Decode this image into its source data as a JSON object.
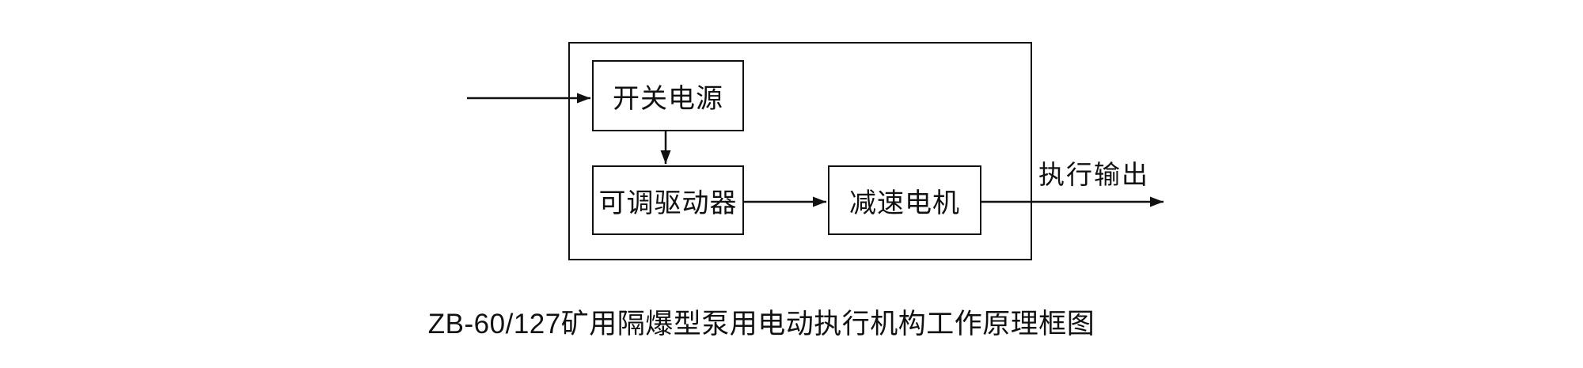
{
  "diagram": {
    "type": "block-diagram",
    "background_color": "#ffffff",
    "line_color": "#111111",
    "blocks": [
      {
        "id": "switching-power-supply",
        "label": "开关电源"
      },
      {
        "id": "adjustable-driver",
        "label": "可调驱动器"
      },
      {
        "id": "gear-motor",
        "label": "减速电机"
      }
    ],
    "connections": [
      {
        "from": "external-input",
        "to": "switching-power-supply",
        "label": ""
      },
      {
        "from": "switching-power-supply",
        "to": "adjustable-driver",
        "label": ""
      },
      {
        "from": "adjustable-driver",
        "to": "gear-motor",
        "label": ""
      },
      {
        "from": "gear-motor",
        "to": "external-output",
        "label": "执行输出"
      }
    ],
    "output_arrow_label": "执行输出",
    "caption": "ZB-60/127矿用隔爆型泵用电动执行机构工作原理框图"
  }
}
